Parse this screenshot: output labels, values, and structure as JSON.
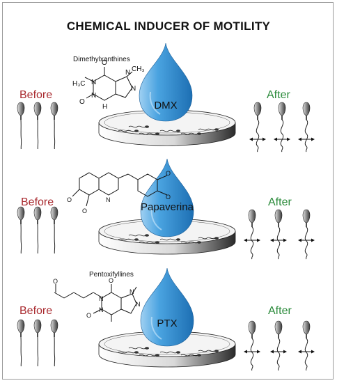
{
  "title": "CHEMICAL INDUCER OF MOTILITY",
  "panels": [
    {
      "compound": "Dimethylxanthines",
      "drug": "DMX",
      "before": "Before",
      "after": "After"
    },
    {
      "compound": "",
      "drug": "Papaverina",
      "before": "Before",
      "after": "After"
    },
    {
      "compound": "Pentoxifyllines",
      "drug": "PTX",
      "before": "Before",
      "after": "After"
    }
  ],
  "colors": {
    "before": "#a8282d",
    "after": "#2a8a3a",
    "drop": "#3a8fd0"
  }
}
